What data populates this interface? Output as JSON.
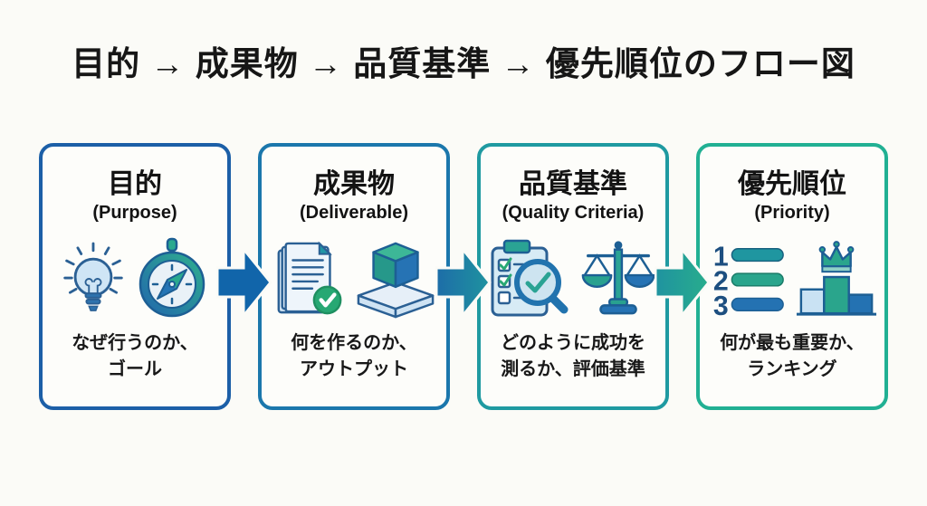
{
  "title": "目的 → 成果物 → 品質基準 → 優先順位のフロー図",
  "colors": {
    "background": "#fbfbf7",
    "title_text": "#161616",
    "card_purpose_border": "#1c5fa7",
    "card_deliverable_border": "#1b77ac",
    "card_quality_border": "#1f9aa1",
    "card_priority_border": "#21b093",
    "arrow_1": "#1165aa",
    "arrow_2_gradient": [
      "#1d6da8",
      "#1f939f"
    ],
    "arrow_3_gradient": [
      "#1f93a0",
      "#28ad8c"
    ],
    "accent_teal": "#2aa58c",
    "accent_blue": "#2472b2",
    "accent_green_check": "#27a873"
  },
  "cards": [
    {
      "title_jp": "目的",
      "title_en": "(Purpose)",
      "desc_line1": "なぜ行うのか、",
      "desc_line2": "ゴール",
      "icons": [
        "lightbulb-icon",
        "compass-icon"
      ]
    },
    {
      "title_jp": "成果物",
      "title_en": "(Deliverable)",
      "desc_line1": "何を作るのか、",
      "desc_line2": "アウトプット",
      "icons": [
        "document-check-icon",
        "cube-icon"
      ]
    },
    {
      "title_jp": "品質基準",
      "title_en": "(Quality Criteria)",
      "desc_line1": "どのように成功を",
      "desc_line2": "測るか、評価基準",
      "icons": [
        "checklist-magnifier-icon",
        "scales-icon"
      ]
    },
    {
      "title_jp": "優先順位",
      "title_en": "(Priority)",
      "desc_line1": "何が最も重要か、",
      "desc_line2": "ランキング",
      "icons": [
        "ranking-list-icon",
        "podium-crown-icon"
      ],
      "ranking_numbers": [
        "1",
        "2",
        "3"
      ]
    }
  ]
}
